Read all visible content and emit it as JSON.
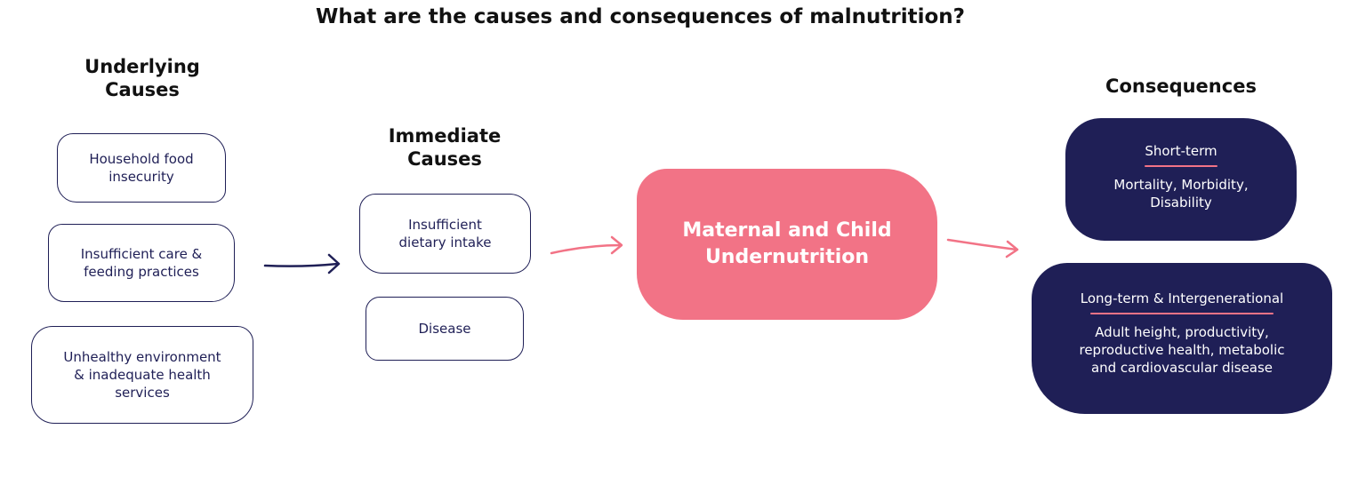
{
  "title": "What are the causes and consequences of malnutrition?",
  "headings": {
    "underlying": "Underlying\nCauses",
    "immediate": "Immediate\nCauses",
    "consequences": "Consequences"
  },
  "underlying_causes": [
    "Household food insecurity",
    "Insufficient care & feeding practices",
    "Unhealthy environment & inadequate health services"
  ],
  "immediate_causes": [
    "Insufficient dietary intake",
    "Disease"
  ],
  "center": "Maternal and Child Undernutrition",
  "consequences": {
    "short_term": {
      "label": "Short-term",
      "description": "Mortality, Morbidity, Disability"
    },
    "long_term": {
      "label": "Long-term & Intergenerational",
      "description": "Adult height, productivity, reproductive health, metabolic and cardiovascular disease"
    }
  },
  "colors": {
    "navy": "#1f1f56",
    "pink": "#f27386"
  }
}
